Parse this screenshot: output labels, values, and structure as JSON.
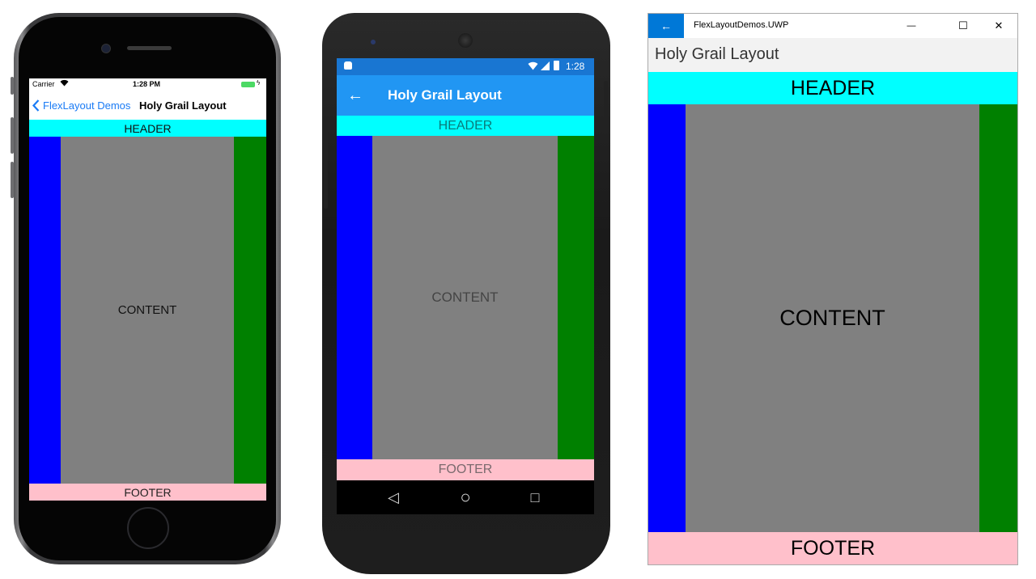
{
  "colors": {
    "header": "#00FFFF",
    "footer": "#FFC0CB",
    "left_nav": "#0000FF",
    "content": "#808080",
    "right_aside": "#008000",
    "ios_link": "#1A7BF5",
    "android_status": "#1976D2",
    "android_appbar": "#2196F3",
    "uwp_accent": "#0078D7"
  },
  "ios": {
    "status": {
      "carrier": "Carrier",
      "wifi_icon": "wifi-icon",
      "time": "1:28 PM",
      "battery_icon": "battery-charging-icon"
    },
    "nav": {
      "back_icon": "chevron-left-icon",
      "back_label": "FlexLayout Demos",
      "title": "Holy Grail Layout"
    },
    "layout": {
      "header": "HEADER",
      "content": "CONTENT",
      "footer": "FOOTER"
    }
  },
  "android": {
    "status": {
      "notification_icon": "android-robot-icon",
      "wifi_icon": "wifi-icon",
      "signal_icon": "signal-icon",
      "battery_icon": "battery-charging-icon",
      "time": "1:28"
    },
    "appbar": {
      "back_icon": "arrow-left-icon",
      "back_glyph": "←",
      "title": "Holy Grail Layout"
    },
    "layout": {
      "header": "HEADER",
      "content": "CONTENT",
      "footer": "FOOTER"
    },
    "navbar": {
      "back": "◁",
      "home": "○",
      "recents": "□"
    }
  },
  "uwp": {
    "titlebar": {
      "back_glyph": "←",
      "app_name": "FlexLayoutDemos.UWP",
      "minimize": "—",
      "maximize": "☐",
      "close": "✕"
    },
    "page_title": "Holy Grail Layout",
    "layout": {
      "header": "HEADER",
      "content": "CONTENT",
      "footer": "FOOTER"
    }
  }
}
